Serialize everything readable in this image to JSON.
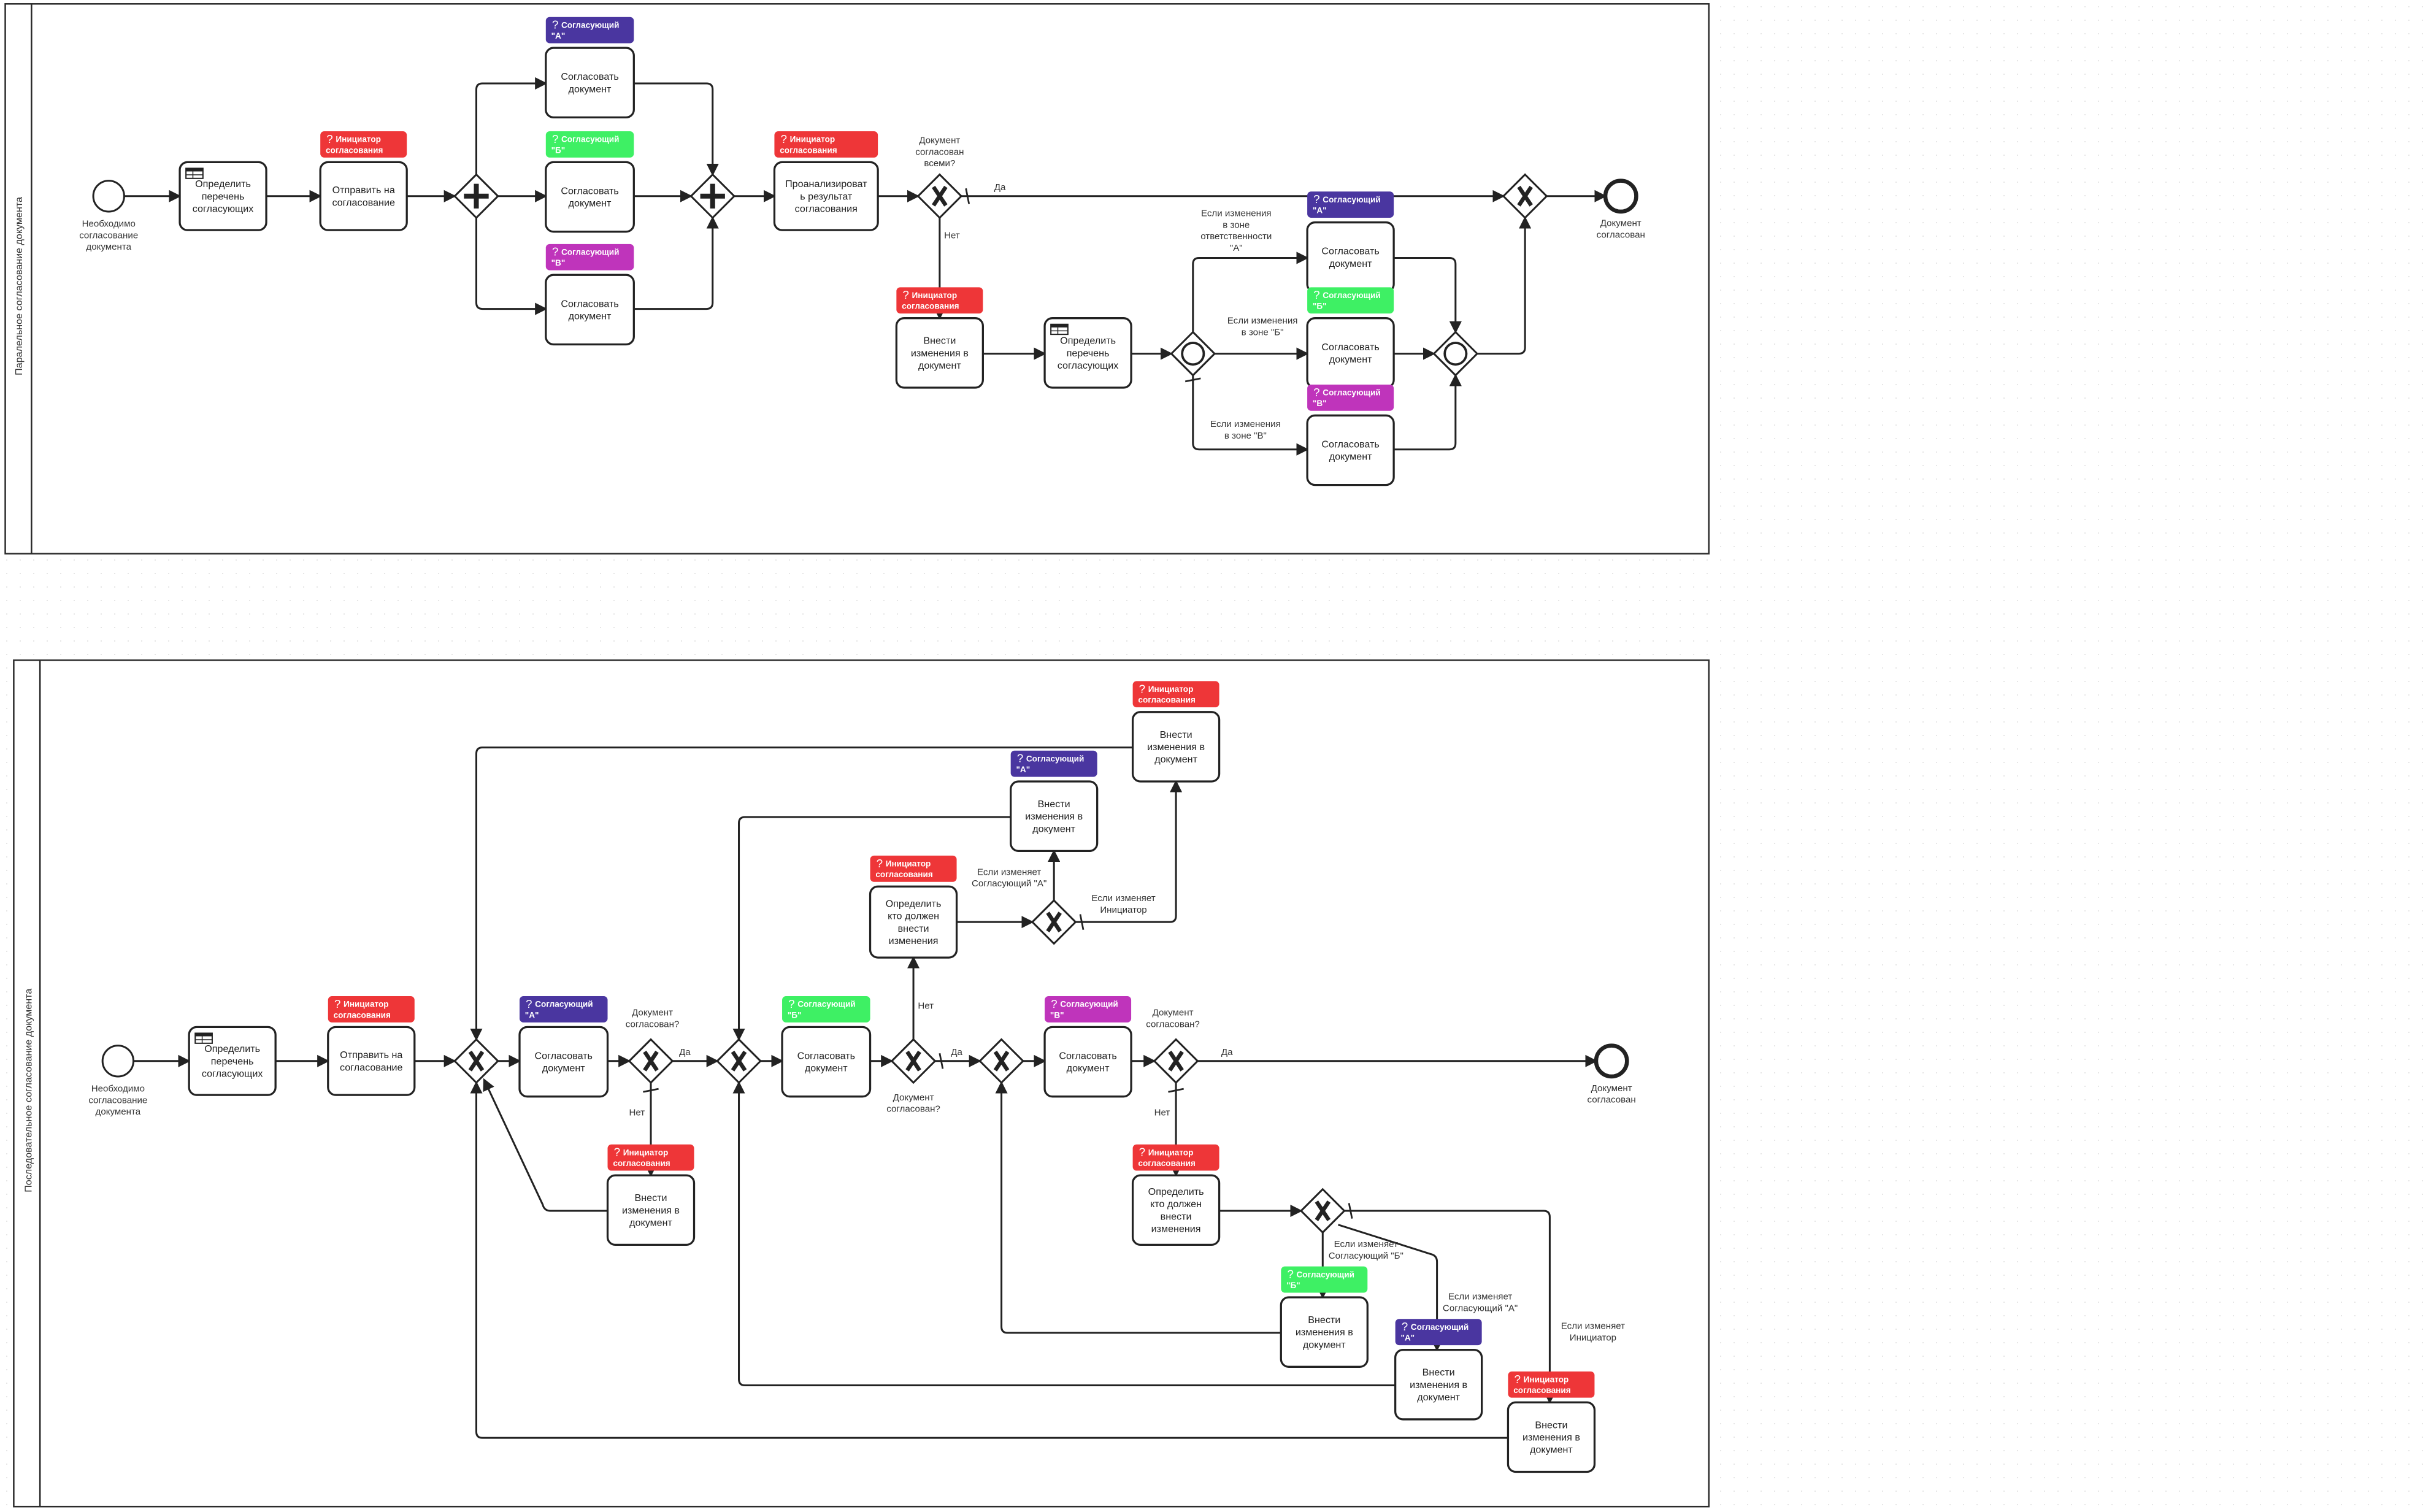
{
  "colors": {
    "initiator": "#ee3638",
    "approver_a": "#4a36a0",
    "approver_b": "#3ef064",
    "approver_c": "#bf34bb",
    "stroke": "#222222"
  },
  "pools": [
    {
      "id": "parallel",
      "title": "Паралельное согласование документа"
    },
    {
      "id": "sequential",
      "title": "Последовательное согласование документа"
    }
  ],
  "badges": {
    "initiator": {
      "icon": "question-icon",
      "line1": "Инициатор",
      "line2": "согласования"
    },
    "approver_a": {
      "icon": "question-icon",
      "line1": "Согласующий",
      "line2": "\"А\""
    },
    "approver_b": {
      "icon": "question-icon",
      "line1": "Согласующий",
      "line2": "\"Б\""
    },
    "approver_c": {
      "icon": "question-icon",
      "line1": "Согласующий",
      "line2": "\"В\""
    }
  },
  "parallel": {
    "start_event": [
      "Необходимо",
      "согласование",
      "документа"
    ],
    "end_event": [
      "Документ",
      "согласован"
    ],
    "tasks": [
      {
        "key": "p_define",
        "lines": [
          "Определить",
          "перечень",
          "согласующих"
        ],
        "icon": "business-rule-table-icon"
      },
      {
        "key": "p_send",
        "lines": [
          "Отправить на",
          "согласование"
        ],
        "badge": "initiator"
      },
      {
        "key": "p_appr_a",
        "lines": [
          "Согласовать",
          "документ"
        ],
        "badge": "approver_a"
      },
      {
        "key": "p_appr_b",
        "lines": [
          "Согласовать",
          "документ"
        ],
        "badge": "approver_b"
      },
      {
        "key": "p_appr_c",
        "lines": [
          "Согласовать",
          "документ"
        ],
        "badge": "approver_c"
      },
      {
        "key": "p_analyze",
        "lines": [
          "Проанализироват",
          "ь результат",
          "согласования"
        ],
        "badge": "initiator"
      },
      {
        "key": "p_edit",
        "lines": [
          "Внести",
          "изменения в",
          "документ"
        ],
        "badge": "initiator"
      },
      {
        "key": "p_define2",
        "lines": [
          "Определить",
          "перечень",
          "согласующих"
        ],
        "icon": "business-rule-table-icon"
      },
      {
        "key": "p_re_a",
        "lines": [
          "Согласовать",
          "документ"
        ],
        "badge": "approver_a"
      },
      {
        "key": "p_re_b",
        "lines": [
          "Согласовать",
          "документ"
        ],
        "badge": "approver_b"
      },
      {
        "key": "p_re_c",
        "lines": [
          "Согласовать",
          "документ"
        ],
        "badge": "approver_c"
      }
    ],
    "gateway_question": [
      "Документ",
      "согласован",
      "всеми?"
    ],
    "yes": "Да",
    "no": "Нет",
    "cond_a": [
      "Если изменения",
      "в зоне",
      "ответственности",
      "\"А\""
    ],
    "cond_b": [
      "Если изменения",
      "в зоне \"Б\""
    ],
    "cond_c": [
      "Если изменения",
      "в зоне \"В\""
    ]
  },
  "sequential": {
    "start_event": [
      "Необходимо",
      "согласование",
      "документа"
    ],
    "end_event": [
      "Документ",
      "согласован"
    ],
    "tasks": [
      {
        "key": "s_define",
        "lines": [
          "Определить",
          "перечень",
          "согласующих"
        ],
        "icon": "business-rule-table-icon"
      },
      {
        "key": "s_send",
        "lines": [
          "Отправить на",
          "согласование"
        ],
        "badge": "initiator"
      },
      {
        "key": "s_appr_a",
        "lines": [
          "Согласовать",
          "документ"
        ],
        "badge": "approver_a"
      },
      {
        "key": "s_edit1",
        "lines": [
          "Внести",
          "изменения в",
          "документ"
        ],
        "badge": "initiator"
      },
      {
        "key": "s_appr_b",
        "lines": [
          "Согласовать",
          "документ"
        ],
        "badge": "approver_b"
      },
      {
        "key": "s_who1",
        "lines": [
          "Определить",
          "кто должен",
          "внести",
          "изменения"
        ],
        "badge": "initiator"
      },
      {
        "key": "s_edit_a1",
        "lines": [
          "Внести",
          "изменения в",
          "документ"
        ],
        "badge": "approver_a"
      },
      {
        "key": "s_edit_i1",
        "lines": [
          "Внести",
          "изменения в",
          "документ"
        ],
        "badge": "initiator"
      },
      {
        "key": "s_appr_c",
        "lines": [
          "Согласовать",
          "документ"
        ],
        "badge": "approver_c"
      },
      {
        "key": "s_who2",
        "lines": [
          "Определить",
          "кто должен",
          "внести",
          "изменения"
        ],
        "badge": "initiator"
      },
      {
        "key": "s_edit_b2",
        "lines": [
          "Внести",
          "изменения в",
          "документ"
        ],
        "badge": "approver_b"
      },
      {
        "key": "s_edit_a2",
        "lines": [
          "Внести",
          "изменения в",
          "документ"
        ],
        "badge": "approver_a"
      },
      {
        "key": "s_edit_i2",
        "lines": [
          "Внести",
          "изменения в",
          "документ"
        ],
        "badge": "initiator"
      }
    ],
    "question": [
      "Документ",
      "согласован?"
    ],
    "yes": "Да",
    "no": "Нет",
    "if_a": [
      "Если изменяет",
      "Согласующий \"А\""
    ],
    "if_b": [
      "Если изменяет",
      "Согласующий \"Б\""
    ],
    "if_init": [
      "Если изменяет",
      "Инициатор"
    ]
  }
}
